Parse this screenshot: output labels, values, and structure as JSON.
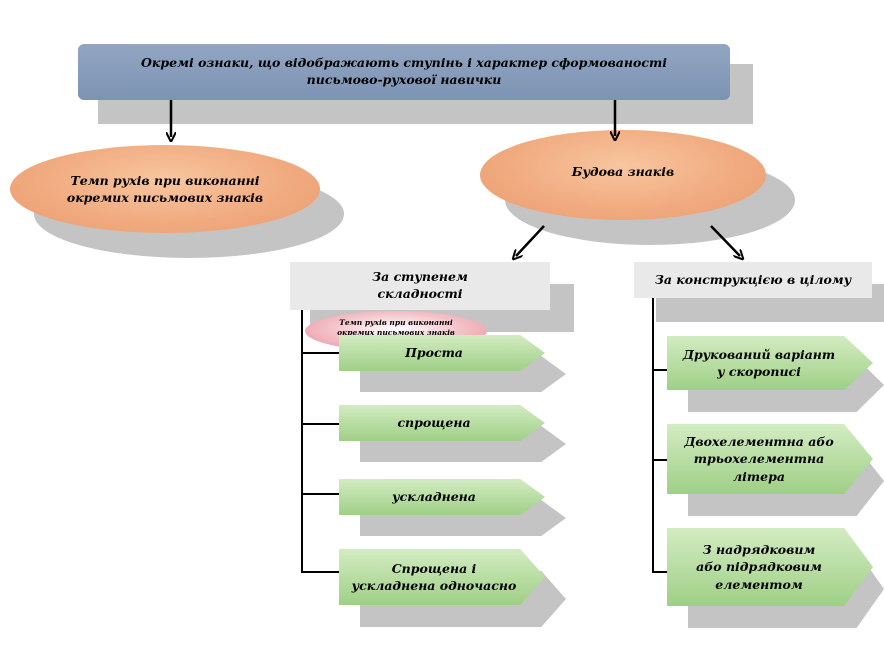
{
  "root": {
    "label": "Окремі ознаки, що відображають ступінь і характер сформованості письмово-рухової навички"
  },
  "level1": [
    {
      "label": "Темп рухів при виконанні окремих письмових знаків"
    },
    {
      "label": "Будова знаків"
    }
  ],
  "branch_left": {
    "header": "За ступенем складності",
    "overlay_label": "Темп рухів при виконанні окремих письмових знаків",
    "items": [
      {
        "label": "Проста"
      },
      {
        "label": "спрощена"
      },
      {
        "label": "ускладнена"
      },
      {
        "label": "Спрощена і ускладнена одночасно"
      }
    ]
  },
  "branch_right": {
    "header": "За конструкцією в цілому",
    "items": [
      {
        "label": "Друкований варіант у скорописі"
      },
      {
        "label": "Двохелементна або трьохелементна літера"
      },
      {
        "label": "З надрядковим або підрядковим елементом"
      }
    ]
  },
  "colors": {
    "root_fill": "#7d93b3",
    "ellipse_fill": "#f1ab80",
    "header_fill": "#e9e9e9",
    "leaf_fill": "#9fcf86",
    "shadow": "#c4c4c4",
    "overlay_fill": "#f5c9cf"
  }
}
